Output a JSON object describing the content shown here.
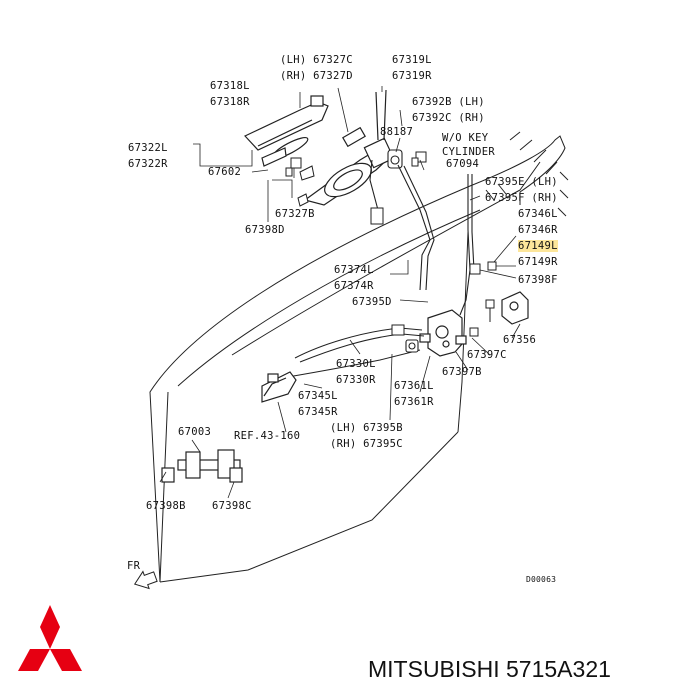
{
  "diagram": {
    "figure_code": "D00063",
    "front_marker": "FR",
    "callouts": {
      "lh_67327c": "(LH) 67327C",
      "rh_67327d": "(RH) 67327D",
      "c67319l": "67319L",
      "c67319r": "67319R",
      "c67318l": "67318L",
      "c67318r": "67318R",
      "lh_67392b": "67392B (LH)",
      "rh_67392c": "67392C (RH)",
      "c88187": "88187",
      "wo_key": "W/O KEY",
      "cylinder": "CYLINDER",
      "c67322l": "67322L",
      "c67322r": "67322R",
      "c67094": "67094",
      "c67602": "67602",
      "c67395e": "67395E (LH)",
      "c67395f": "67395F (RH)",
      "c67346l": "67346L",
      "c67346r": "67346R",
      "c67327b": "67327B",
      "c67149l": "67149L",
      "c67398d": "67398D",
      "c67149r": "67149R",
      "c67398f": "67398F",
      "c67374l": "67374L",
      "c67374r": "67374R",
      "c67395d": "67395D",
      "c67356": "67356",
      "c67330l": "67330L",
      "c67330r": "67330R",
      "c67397c": "67397C",
      "c67397b": "67397B",
      "c67345l": "67345L",
      "c67345r": "67345R",
      "c67361l": "67361L",
      "c67361r": "67361R",
      "c67003": "67003",
      "ref43": "REF.43-160",
      "lh_67395b": "(LH) 67395B",
      "rh_67395c": "(RH) 67395C",
      "c67398b": "67398B",
      "c67398c": "67398C"
    },
    "highlighted_part": "67149L",
    "highlight_color": "#fde69a"
  },
  "brand": {
    "name": "MITSUBISHI",
    "part_number": "5715A321",
    "logo_icon": "three-diamonds-logo",
    "logo_color": "#e60012"
  }
}
